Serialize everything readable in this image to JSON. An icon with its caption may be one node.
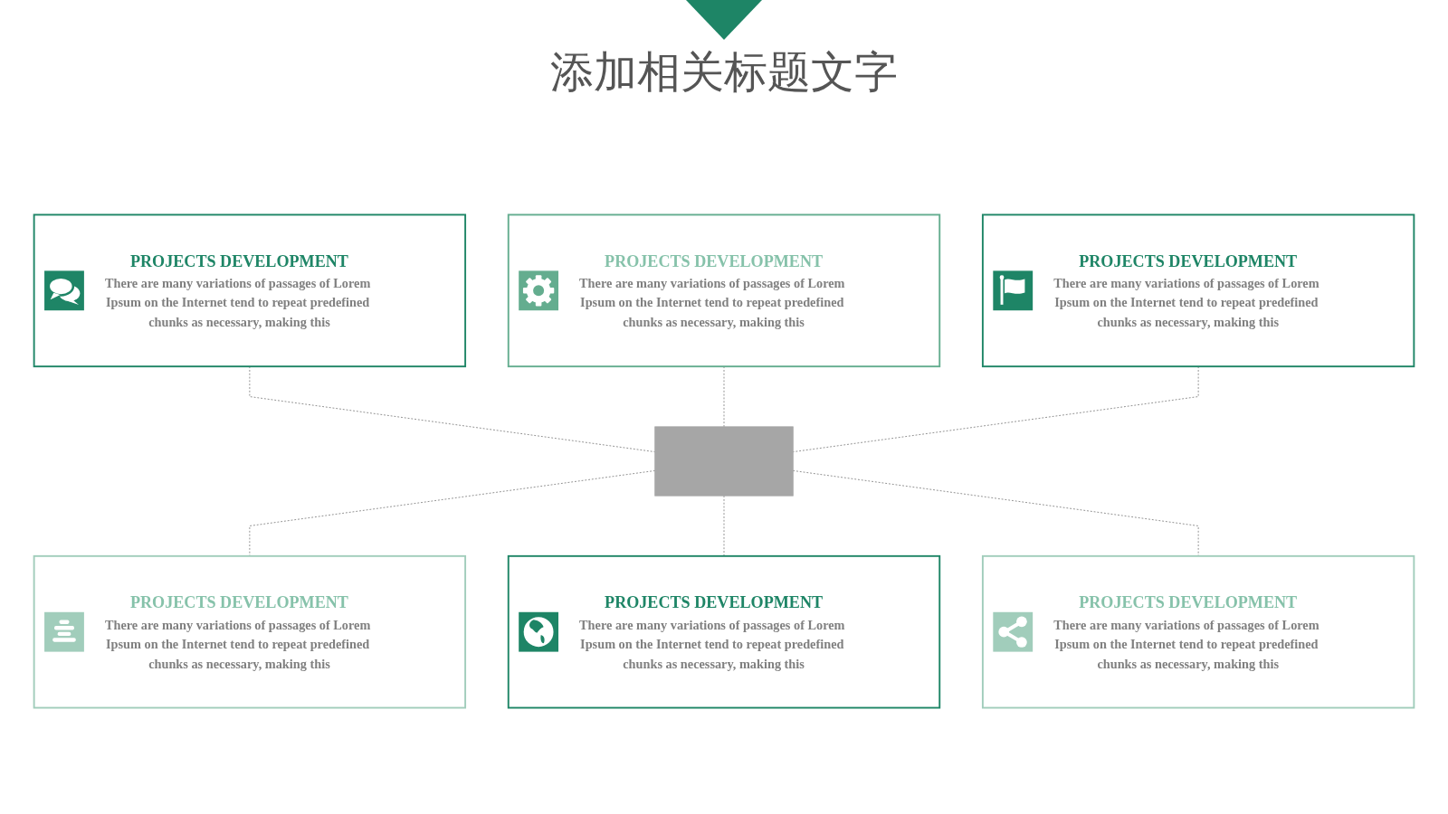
{
  "diagram": {
    "title": "添加相关标题文字",
    "nodes": [
      {
        "text": [
          "PROJECTS DEVELOPMENT",
          "There are many variations of passages of Lorem Ipsum on the Internet tend to repeat predefined chunks as necessary, making this"
        ]
      },
      {
        "text": [
          "PROJECTS DEVELOPMENT",
          "There are many variations of passages of Lorem Ipsum on the Internet tend to repeat predefined chunks as necessary, making this"
        ]
      },
      {
        "text": [
          "PROJECTS DEVELOPMENT",
          "There are many variations of passages of Lorem Ipsum on the Internet tend to repeat predefined chunks as necessary, making this"
        ]
      },
      {
        "text": [],
        "shape": "box"
      },
      {
        "text": [
          "PROJECTS DEVELOPMENT",
          "There are many variations of passages of Lorem Ipsum on the Internet tend to repeat predefined chunks as necessary, making this"
        ]
      },
      {
        "text": [
          "PROJECTS DEVELOPMENT",
          "There are many variations of passages of Lorem Ipsum on the Internet tend to repeat predefined chunks as necessary, making this"
        ]
      },
      {
        "text": [
          "PROJECTS DEVELOPMENT",
          "There are many variations of passages of Lorem Ipsum on the Internet tend to repeat predefined chunks as necessary, making this"
        ]
      }
    ],
    "edges": [
      {
        "from": 1,
        "to": 3,
        "arrow": "none",
        "style": "dashed"
      },
      {
        "from": 0,
        "to": 3,
        "arrow": "none",
        "style": "dashed"
      },
      {
        "from": 2,
        "to": 3,
        "arrow": "none",
        "style": "dashed"
      },
      {
        "from": 3,
        "to": 4,
        "arrow": "none",
        "style": "dashed"
      },
      {
        "from": 3,
        "to": 6,
        "arrow": "none",
        "style": "dashed"
      },
      {
        "from": 3,
        "to": 5,
        "arrow": "none",
        "style": "dashed"
      }
    ]
  }
}
